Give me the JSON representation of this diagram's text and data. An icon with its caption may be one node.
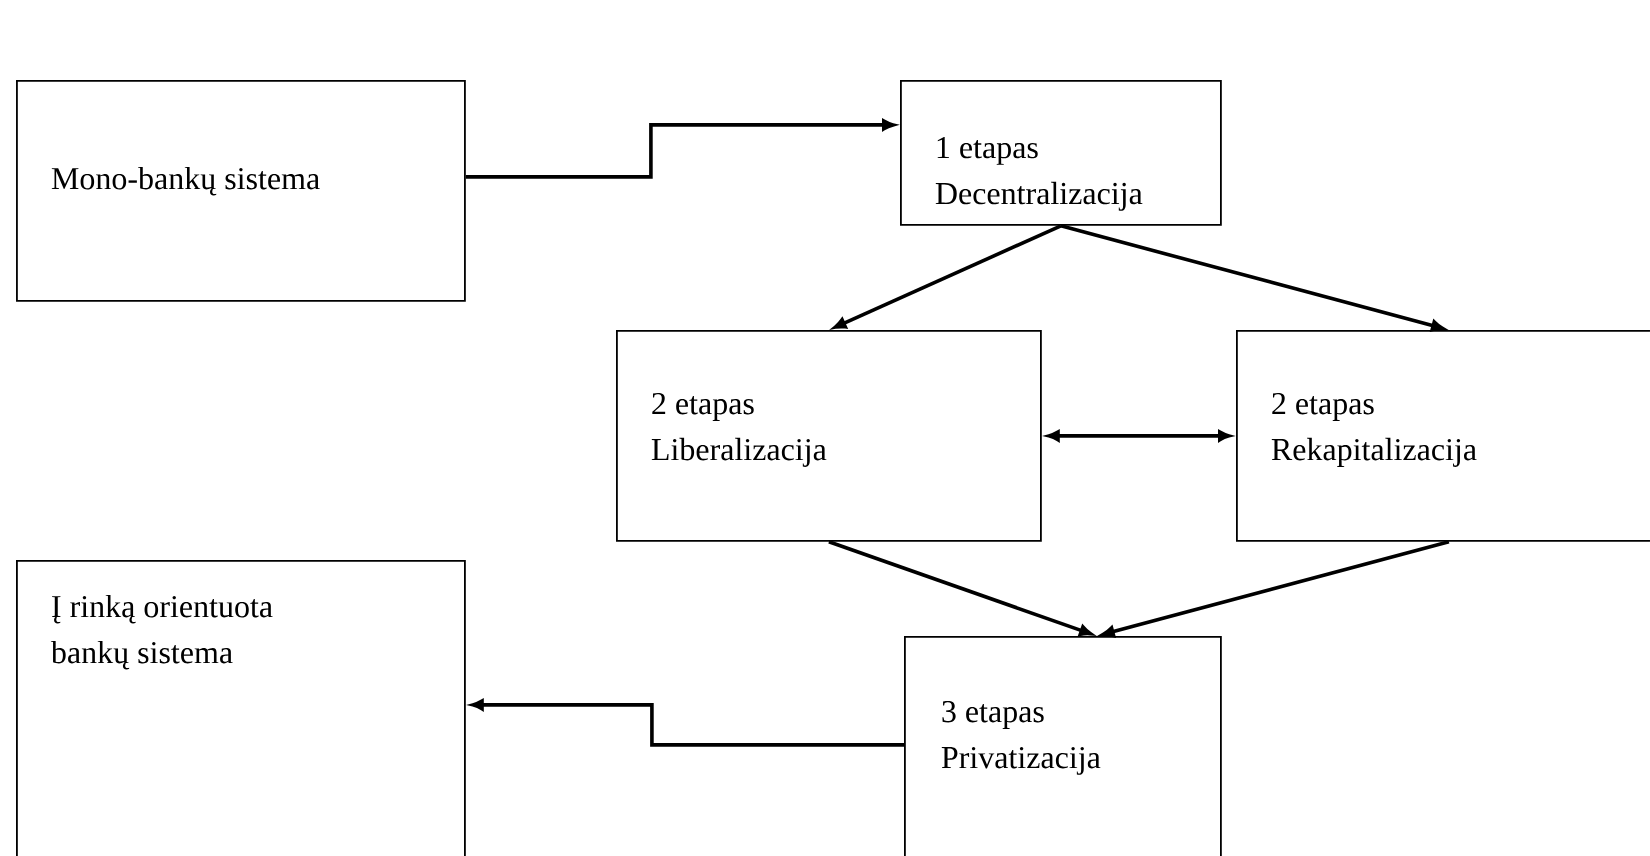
{
  "diagram": {
    "nodes": [
      {
        "text": [
          "Mono-bankų sistema"
        ]
      },
      {
        "text": [
          "1 etapas",
          "Decentralizacija"
        ]
      },
      {
        "text": [
          "2 etapas",
          "Liberalizacija"
        ]
      },
      {
        "text": [
          "2 etapas",
          "Rekapitalizacija"
        ]
      },
      {
        "text": [
          "Į rinką orientuota bankų sistema"
        ]
      },
      {
        "text": [
          "3 etapas",
          "Privatizacija"
        ]
      }
    ],
    "edges": [
      {
        "from": 0,
        "to": 1,
        "arrow": "to"
      },
      {
        "from": 1,
        "to": 2,
        "arrow": "to"
      },
      {
        "from": 1,
        "to": 3,
        "arrow": "to"
      },
      {
        "from": 2,
        "to": 3,
        "arrow": "both"
      },
      {
        "from": 2,
        "to": 5,
        "arrow": "to"
      },
      {
        "from": 3,
        "to": 5,
        "arrow": "to"
      },
      {
        "from": 5,
        "to": 4,
        "arrow": "to"
      }
    ]
  }
}
